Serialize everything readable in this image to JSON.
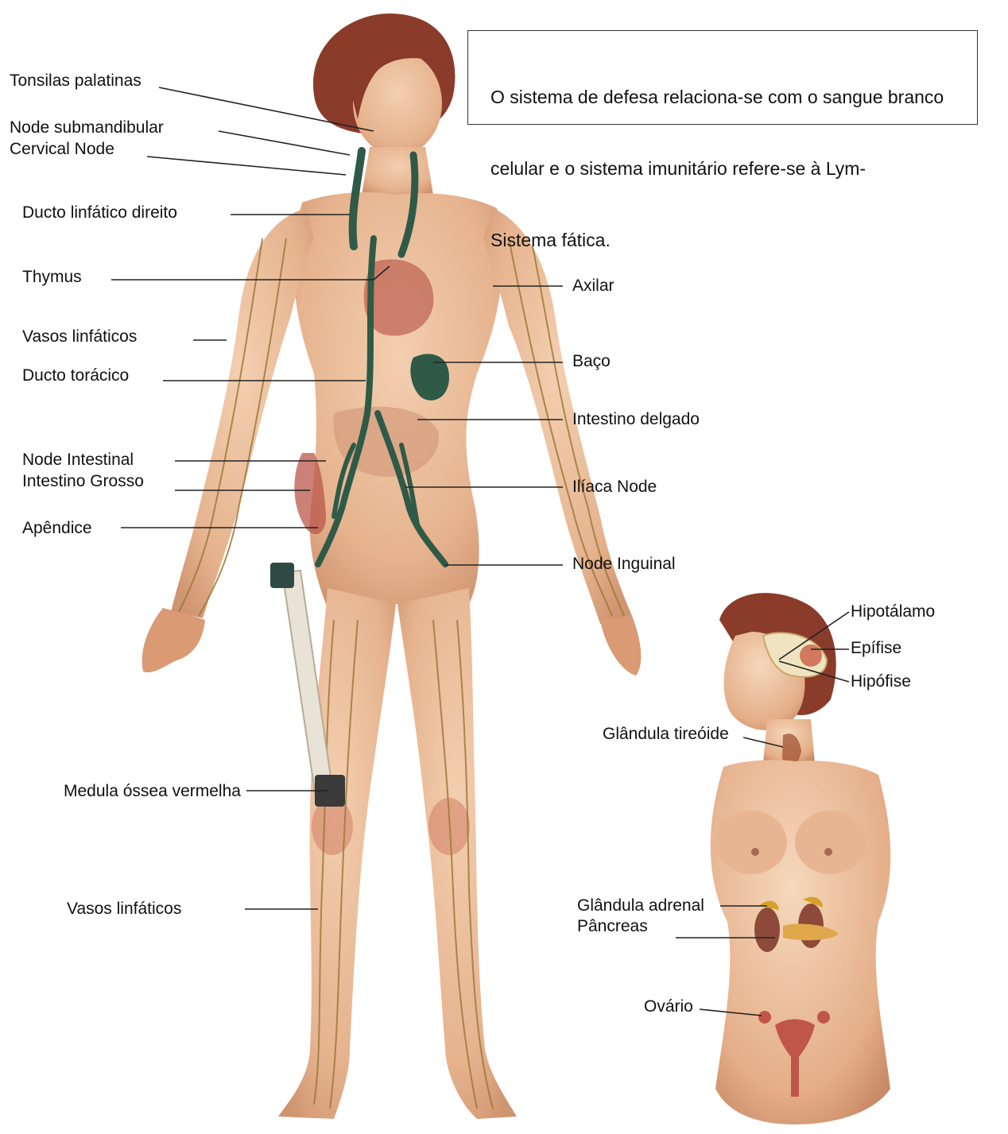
{
  "note": {
    "lines": [
      "O sistema de defesa relaciona-se com o sangue branco",
      "celular e o sistema imunitário refere-se à Lym-",
      "Sistema fática."
    ]
  },
  "lymphatic_labels": {
    "tonsilas": "Tonsilas palatinas",
    "submandibular": "Node submandibular",
    "cervical": "Cervical Node",
    "ducto_direito": "Ducto linfático direito",
    "thymus": "Thymus",
    "vasos_upper": "Vasos linfáticos",
    "ducto_toracico": "Ducto torácico",
    "node_intestinal": "Node Intestinal",
    "intestino_grosso": "Intestino Grosso",
    "apendice": "Apêndice",
    "medula": "Medula óssea vermelha",
    "vasos_lower": "Vasos linfáticos",
    "axilar": "Axilar",
    "baco": "Baço",
    "intestino_delgado": "Intestino delgado",
    "iliaca": "Ilíaca Node",
    "inguinal": "Node Inguinal"
  },
  "endocrine_labels": {
    "hipotalamo": "Hipotálamo",
    "epifise": "Epífise",
    "hipofise": "Hipófise",
    "tireoide": "Glândula tireóide",
    "adrenal": "Glândula adrenal",
    "pancreas": "Pâncreas",
    "ovario": "Ovário"
  },
  "colors": {
    "skin": "#e8b894",
    "skin_shade": "#cf9470",
    "hair": "#8a3b2a",
    "lymph": "#2f5a48",
    "vessel": "#9c7a3c",
    "organ": "#b9574a",
    "leader_line": "#222222"
  }
}
